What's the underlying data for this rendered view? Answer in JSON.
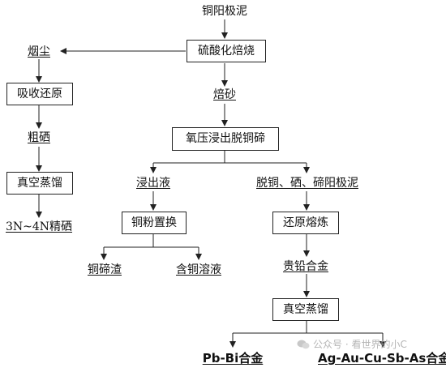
{
  "nodes": {
    "anode_slime": "铜阳极泥",
    "sulfation_roasting": "硫酸化焙烧",
    "flue_dust": "烟尘",
    "absorption_reduction": "吸收还原",
    "crude_selenium": "粗硒",
    "vacuum_distillation_1": "真空蒸馏",
    "refined_selenium": "3N~4N精硒",
    "calcine": "焙砂",
    "oxygen_pressure_leaching": "氧压浸出脱铜碲",
    "leach_solution": "浸出液",
    "decu_slime": "脱铜、硒、碲阳极泥",
    "copper_powder_replacement": "铜粉置换",
    "reduction_smelting": "还原熔炼",
    "cu_te_slag": "铜碲渣",
    "cu_bearing_solution": "含铜溶液",
    "precious_lead_alloy": "贵铅合金",
    "vacuum_distillation_2": "真空蒸馏",
    "pb_bi_alloy": "Pb-Bi合金",
    "ag_au_alloy": "Ag-Au-Cu-Sb-As合金"
  },
  "watermark": {
    "text": "公众号 · 看世界的小C"
  },
  "colors": {
    "line": "#222222",
    "text": "#111111",
    "watermark": "#b5b5b5"
  }
}
